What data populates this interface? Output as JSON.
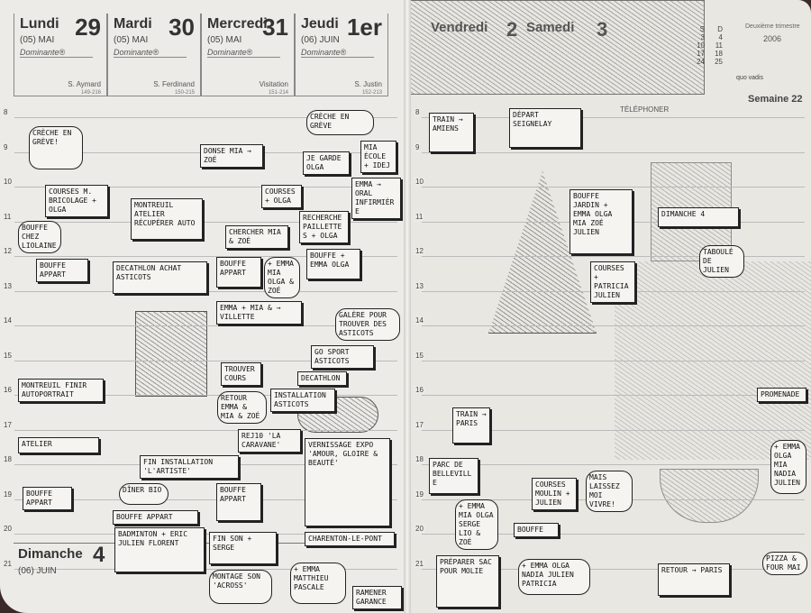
{
  "left_page": {
    "days": [
      {
        "name": "Lundi",
        "num": "29",
        "month": "(05) MAI",
        "dominante": "Dominante®",
        "saint": "S. Aymard",
        "code": "149-216"
      },
      {
        "name": "Mardi",
        "num": "30",
        "month": "(05) MAI",
        "dominante": "Dominante®",
        "saint": "S. Ferdinand",
        "code": "150-215"
      },
      {
        "name": "Mercredi",
        "num": "31",
        "month": "(05) MAI",
        "dominante": "Dominante®",
        "saint": "Visitation",
        "code": "151-214"
      },
      {
        "name": "Jeudi",
        "num": "1er",
        "month": "(06) JUIN",
        "dominante": "Dominante®",
        "saint": "S. Justin",
        "code": "152-213"
      }
    ],
    "sunday": {
      "name": "Dimanche",
      "num": "4",
      "month": "(06) JUIN"
    }
  },
  "right_page": {
    "days": [
      {
        "name": "Vendredi",
        "num": "2"
      },
      {
        "name": "Samedi",
        "num": "3"
      }
    ],
    "calendar": {
      "headers": [
        "S",
        "D"
      ],
      "rows": [
        [
          "3",
          "4"
        ],
        [
          "10",
          "11"
        ],
        [
          "17",
          "18"
        ],
        [
          "24",
          "25"
        ]
      ],
      "brand": "quo vadis"
    },
    "trimester": "Deuxième trimestre",
    "year": "2006",
    "week": "Semaine 22",
    "phone": "TÉLÉPHONER"
  },
  "hours": [
    "8",
    "9",
    "10",
    "11",
    "12",
    "13",
    "14",
    "15",
    "16",
    "17",
    "18",
    "19",
    "20",
    "21"
  ],
  "notes": [
    "Crèche en grève!",
    "Courses M. Bricolage + Olga",
    "Bouffe chez Liolaine",
    "Bouffe appart",
    "Montreuil atelier récupérer auto",
    "Donse Mia → Zoé",
    "Courses + Olga",
    "Chercher Mia & Zoé",
    "Bouffe appart",
    "+ Emma Mia Olga & Zoé",
    "Decathlon achat asticots",
    "Emma + Mia & → Villette",
    "Crèche en grève",
    "Je garde Olga",
    "Emma → oral infirmière",
    "Recherche paillettes + Olga",
    "Bouffe + Emma Olga",
    "Galère pour trouver des asticots",
    "Go Sport asticots",
    "Decathlon",
    "Installation asticots",
    "Trouver cours",
    "Retour Emma & Mia & Zoé",
    "Montreuil finir autoportrait",
    "Atelier",
    "Fin installation 'L'artiste'",
    "Vernissage expo 'Amour, gloire & beauté'",
    "Charenton-le-Pont",
    "Bouffe appart",
    "Dîner bio",
    "Bouffe appart",
    "Bouffe appart",
    "Badminton + Eric Julien Florent",
    "Fin son + Serge",
    "Montage son 'Across'",
    "+ Emma Matthieu Pascale",
    "Rej10 'La caravane'",
    "Ramener Garance",
    "Train → Amiens",
    "Départ Seignelay",
    "Bouffe jardin + Emma Olga Mia Zoé Julien",
    "Dimanche 4",
    "Taboulé de Julien",
    "Courses + Patricia Julien",
    "Promenade",
    "Train → Paris",
    "Parc de Belleville",
    "+ Emma Mia Olga Serge Lio & Zoé",
    "Courses Moulin + Julien",
    "Mais laissez moi vivre!",
    "Bouffe",
    "Préparer sac pour Molie",
    "+ Emma Olga Nadia Julien Patricia",
    "Retour → Paris",
    "Pizza & four Mai",
    "+ Emma Olga Mia Nadia Julien",
    "Mia école + Idej"
  ]
}
